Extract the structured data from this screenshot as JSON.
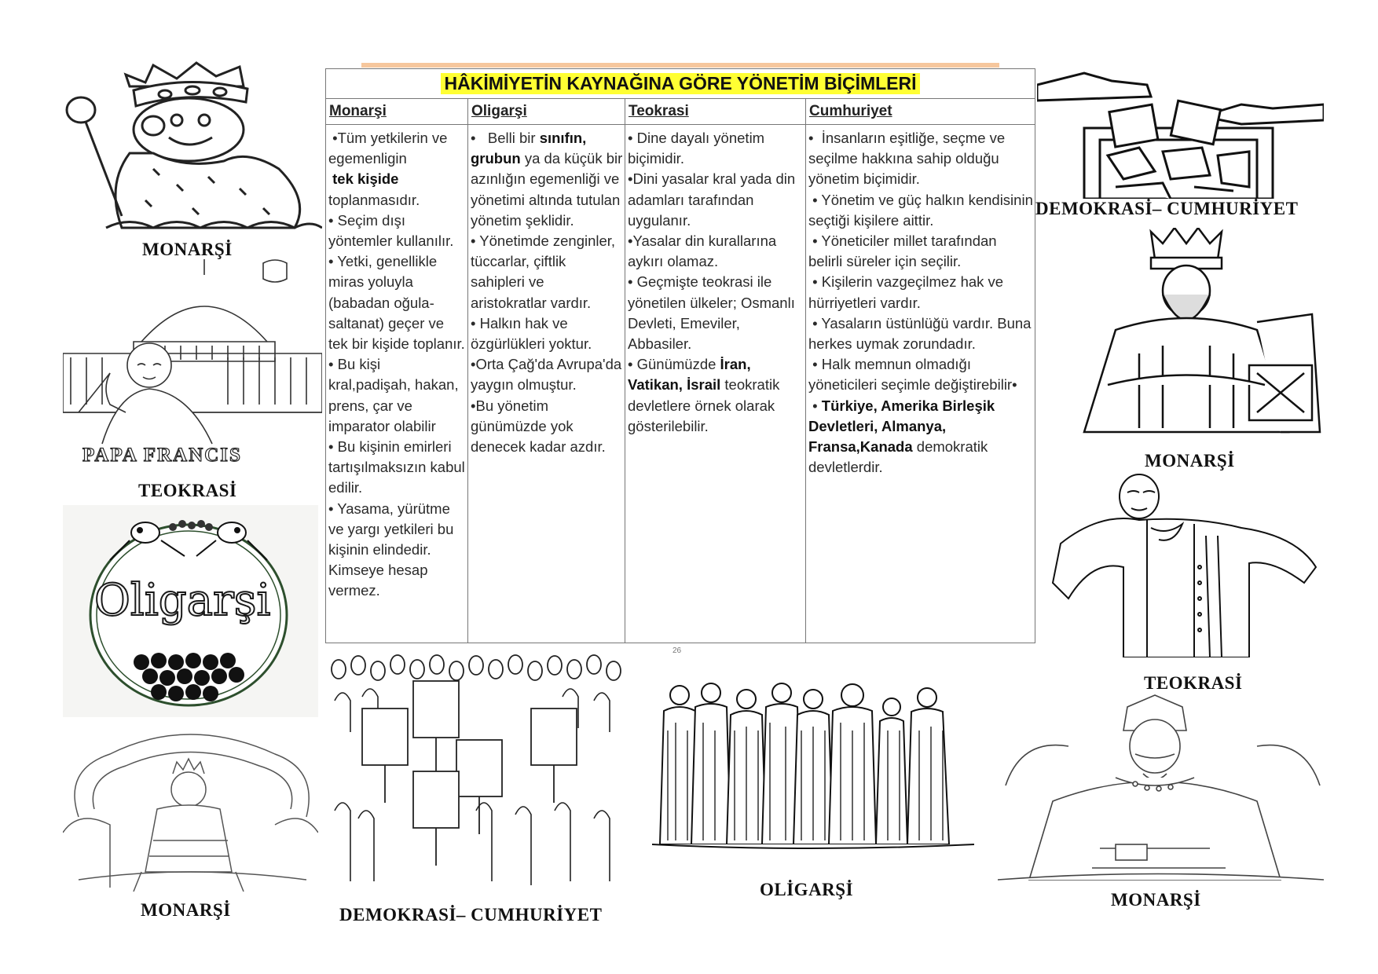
{
  "table": {
    "title": "HÂKİMİYETİN KAYNAĞINA GÖRE YÖNETİM BİÇİMLERİ",
    "headers": [
      "Monarşi",
      "Oligarşi",
      "Teokrasi",
      "Cumhuriyet"
    ],
    "monarsi": [
      {
        "pre": " •Tüm yetkilerin ve egemenligin",
        "bold": "",
        "post": ""
      },
      {
        "pre": " ",
        "bold": "tek kişide",
        "post": ""
      },
      {
        "pre": "toplanmasıdır.",
        "bold": "",
        "post": ""
      },
      {
        "pre": "• Seçim dışı yöntemler kullanılır.",
        "bold": "",
        "post": ""
      },
      {
        "pre": "• Yetki, genellikle miras yoluyla (babadan oğula-saltanat) geçer ve tek bir kişide toplanır.",
        "bold": "",
        "post": ""
      },
      {
        "pre": "• Bu kişi kral,padişah, hakan, prens, çar ve imparator olabilir",
        "bold": "",
        "post": ""
      },
      {
        "pre": "• Bu kişinin emirleri tartışılmaksızın kabul edilir.",
        "bold": "",
        "post": ""
      },
      {
        "pre": "• Yasama, yürütme ve yargı yetkileri bu kişinin elindedir. Kimseye hesap vermez.",
        "bold": "",
        "post": ""
      }
    ],
    "oligarsi": [
      {
        "pre": "•   Belli bir ",
        "bold": "sınıfın, grubun",
        "post": " ya da küçük bir azınlığın egemenliği ve yönetimi altında tutulan yönetim şeklidir."
      },
      {
        "pre": "• Yönetimde zenginler, tüccarlar, çiftlik sahipleri ve aristokratlar vardır.",
        "bold": "",
        "post": ""
      },
      {
        "pre": "• Halkın hak ve özgürlükleri yoktur.",
        "bold": "",
        "post": ""
      },
      {
        "pre": "•Orta Çağ'da Avrupa'da yaygın olmuştur.",
        "bold": "",
        "post": ""
      },
      {
        "pre": "•Bu yönetim günümüzde yok denecek kadar azdır.",
        "bold": "",
        "post": ""
      }
    ],
    "teokrasi": [
      {
        "pre": "• Dine dayalı yönetim biçimidir.",
        "bold": "",
        "post": ""
      },
      {
        "pre": "•Dini yasalar kral yada din adamları tarafından uygulanır.",
        "bold": "",
        "post": ""
      },
      {
        "pre": "•Yasalar din kurallarına aykırı olamaz.",
        "bold": "",
        "post": ""
      },
      {
        "pre": "• Geçmişte teokrasi ile yönetilen ülkeler; Osmanlı Devleti, Emeviler, Abbasiler.",
        "bold": "",
        "post": ""
      },
      {
        "pre": "• Günümüzde ",
        "bold": "İran, Vatikan, İsrail",
        "post": " teokratik devletlere örnek olarak gösterilebilir."
      }
    ],
    "cumhuriyet": [
      {
        "pre": "•  İnsanların eşitliğe, seçme ve seçilme hakkına sahip olduğu yönetim biçimidir.",
        "bold": "",
        "post": ""
      },
      {
        "pre": " • Yönetim ve güç halkın kendisinin seçtiği kişilere aittir.",
        "bold": "",
        "post": ""
      },
      {
        "pre": " • Yöneticiler millet tarafından belirli süreler için seçilir.",
        "bold": "",
        "post": ""
      },
      {
        "pre": " • Kişilerin vazgeçilmez hak ve hürriyetleri vardır.",
        "bold": "",
        "post": ""
      },
      {
        "pre": " • Yasaların üstünlüğü vardır. Buna herkes uymak zorundadır.",
        "bold": "",
        "post": ""
      },
      {
        "pre": " • Halk memnun olmadığı yöneticileri seçimle değiştirebilir•",
        "bold": "",
        "post": ""
      },
      {
        "pre": " • ",
        "bold": "Türkiye, Amerika Birleşik Devletleri, Almanya, Fransa,Kanada",
        "post": " demokratik devletlerdir."
      }
    ]
  },
  "captions": {
    "monarsi_top_left": "MONARŞİ",
    "teokrasi_left": "TEOKRASİ",
    "monarsi_bottom_left": "MONARŞİ",
    "demokrasi_bottom": "DEMOKRASİ– CUMHURİYET",
    "oligarsi_bottom": "OLİGARŞİ",
    "demokrasi_top_right": "DEMOKRASİ– CUMHURİYET",
    "monarsi_right": "MONARŞİ",
    "teokrasi_right": "TEOKRASİ",
    "monarsi_bottom_right": "MONARŞİ"
  },
  "art_text": {
    "papa_francis": "PAPA FRANCIS",
    "oligarsi_logo": "Oligarşi"
  },
  "page_number": "26"
}
